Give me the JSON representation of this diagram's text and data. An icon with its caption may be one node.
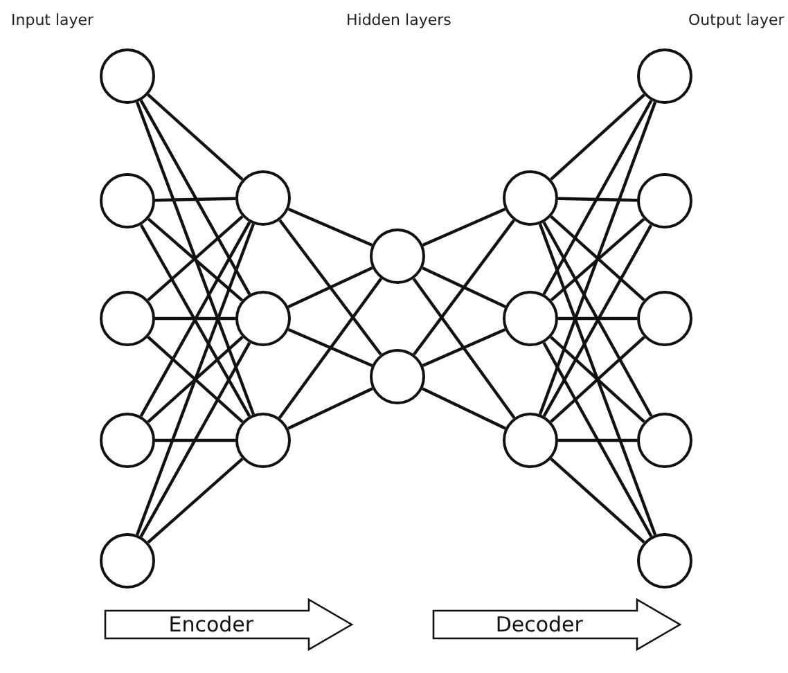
{
  "diagram": {
    "nodes": [
      {
        "text": [],
        "shape": "circle"
      },
      {
        "text": [],
        "shape": "circle"
      },
      {
        "text": [],
        "shape": "circle"
      },
      {
        "text": [],
        "shape": "circle"
      },
      {
        "text": [],
        "shape": "circle"
      },
      {
        "text": [],
        "shape": "circle"
      },
      {
        "text": [],
        "shape": "circle"
      },
      {
        "text": [],
        "shape": "circle"
      },
      {
        "text": [],
        "shape": "circle"
      },
      {
        "text": [],
        "shape": "circle"
      },
      {
        "text": [],
        "shape": "circle"
      },
      {
        "text": [],
        "shape": "circle"
      },
      {
        "text": [],
        "shape": "circle"
      },
      {
        "text": [],
        "shape": "circle"
      },
      {
        "text": [],
        "shape": "circle"
      },
      {
        "text": [],
        "shape": "circle"
      },
      {
        "text": [],
        "shape": "circle"
      },
      {
        "text": [],
        "shape": "circle"
      },
      {
        "text": [
          "Encoder"
        ]
      },
      {
        "text": [
          "Decoder"
        ]
      }
    ],
    "edges": [
      {
        "from": 0,
        "to": 5,
        "arrow": "none"
      },
      {
        "from": 0,
        "to": 6,
        "arrow": "none"
      },
      {
        "from": 0,
        "to": 7,
        "arrow": "none"
      },
      {
        "from": 1,
        "to": 5,
        "arrow": "none"
      },
      {
        "from": 1,
        "to": 6,
        "arrow": "none"
      },
      {
        "from": 1,
        "to": 7,
        "arrow": "none"
      },
      {
        "from": 2,
        "to": 5,
        "arrow": "none"
      },
      {
        "from": 2,
        "to": 6,
        "arrow": "none"
      },
      {
        "from": 2,
        "to": 7,
        "arrow": "none"
      },
      {
        "from": 3,
        "to": 5,
        "arrow": "none"
      },
      {
        "from": 3,
        "to": 6,
        "arrow": "none"
      },
      {
        "from": 3,
        "to": 7,
        "arrow": "none"
      },
      {
        "from": 4,
        "to": 5,
        "arrow": "none"
      },
      {
        "from": 4,
        "to": 6,
        "arrow": "none"
      },
      {
        "from": 4,
        "to": 7,
        "arrow": "none"
      },
      {
        "from": 5,
        "to": 8,
        "arrow": "none"
      },
      {
        "from": 5,
        "to": 9,
        "arrow": "none"
      },
      {
        "from": 6,
        "to": 8,
        "arrow": "none"
      },
      {
        "from": 6,
        "to": 9,
        "arrow": "none"
      },
      {
        "from": 7,
        "to": 8,
        "arrow": "none"
      },
      {
        "from": 7,
        "to": 9,
        "arrow": "none"
      },
      {
        "from": 8,
        "to": 10,
        "arrow": "none"
      },
      {
        "from": 8,
        "to": 11,
        "arrow": "none"
      },
      {
        "from": 8,
        "to": 12,
        "arrow": "none"
      },
      {
        "from": 9,
        "to": 10,
        "arrow": "none"
      },
      {
        "from": 9,
        "to": 11,
        "arrow": "none"
      },
      {
        "from": 9,
        "to": 12,
        "arrow": "none"
      },
      {
        "from": 10,
        "to": 13,
        "arrow": "none"
      },
      {
        "from": 10,
        "to": 14,
        "arrow": "none"
      },
      {
        "from": 10,
        "to": 15,
        "arrow": "none"
      },
      {
        "from": 10,
        "to": 16,
        "arrow": "none"
      },
      {
        "from": 10,
        "to": 17,
        "arrow": "none"
      },
      {
        "from": 11,
        "to": 13,
        "arrow": "none"
      },
      {
        "from": 11,
        "to": 14,
        "arrow": "none"
      },
      {
        "from": 11,
        "to": 15,
        "arrow": "none"
      },
      {
        "from": 11,
        "to": 16,
        "arrow": "none"
      },
      {
        "from": 11,
        "to": 17,
        "arrow": "none"
      },
      {
        "from": 12,
        "to": 13,
        "arrow": "none"
      },
      {
        "from": 12,
        "to": 14,
        "arrow": "none"
      },
      {
        "from": 12,
        "to": 15,
        "arrow": "none"
      },
      {
        "from": 12,
        "to": 16,
        "arrow": "none"
      },
      {
        "from": 12,
        "to": 17,
        "arrow": "none"
      }
    ],
    "labels": [
      "Input layer",
      "Hidden layers",
      "Output layer"
    ]
  }
}
